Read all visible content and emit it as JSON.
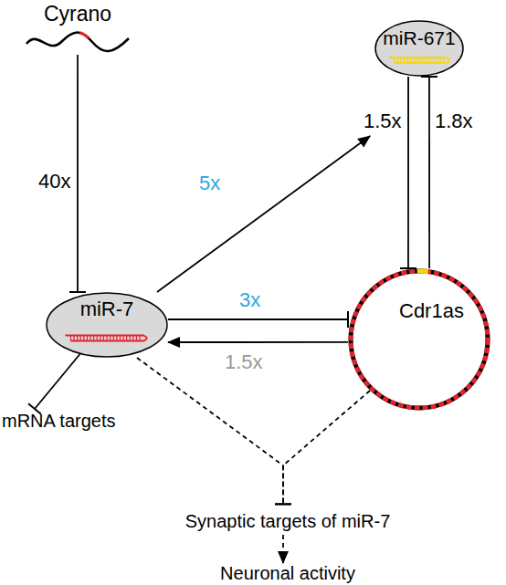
{
  "diagram": {
    "nodes": [
      {
        "text": [
          "Cyrano"
        ]
      },
      {
        "text": [
          "miR-671"
        ]
      },
      {
        "text": [
          "miR-7"
        ]
      },
      {
        "text": [
          "Cdr1as"
        ]
      },
      {
        "text": [
          "mRNA targets"
        ]
      },
      {
        "text": [
          "Synaptic targets of miR-7"
        ]
      },
      {
        "text": [
          "Neuronal activity"
        ]
      }
    ],
    "edges": [
      {
        "from": 0,
        "to": 2,
        "label": "40x",
        "arrow": "to"
      },
      {
        "from": 2,
        "to": 1,
        "label": "5x",
        "arrow": "to"
      },
      {
        "from": 1,
        "to": 3,
        "label": "1.5x",
        "arrow": "to"
      },
      {
        "from": 3,
        "to": 1,
        "label": "1.8x",
        "arrow": "to"
      },
      {
        "from": 2,
        "to": 3,
        "label": "3x",
        "arrow": "to"
      },
      {
        "from": 3,
        "to": 2,
        "label": "1.5x",
        "arrow": "to"
      },
      {
        "from": 2,
        "to": 4,
        "arrow": "to"
      },
      {
        "from": 2,
        "to": 5,
        "arrow": "to"
      },
      {
        "from": 3,
        "to": 5,
        "arrow": "to"
      },
      {
        "from": 5,
        "to": 6,
        "arrow": "to"
      }
    ]
  }
}
